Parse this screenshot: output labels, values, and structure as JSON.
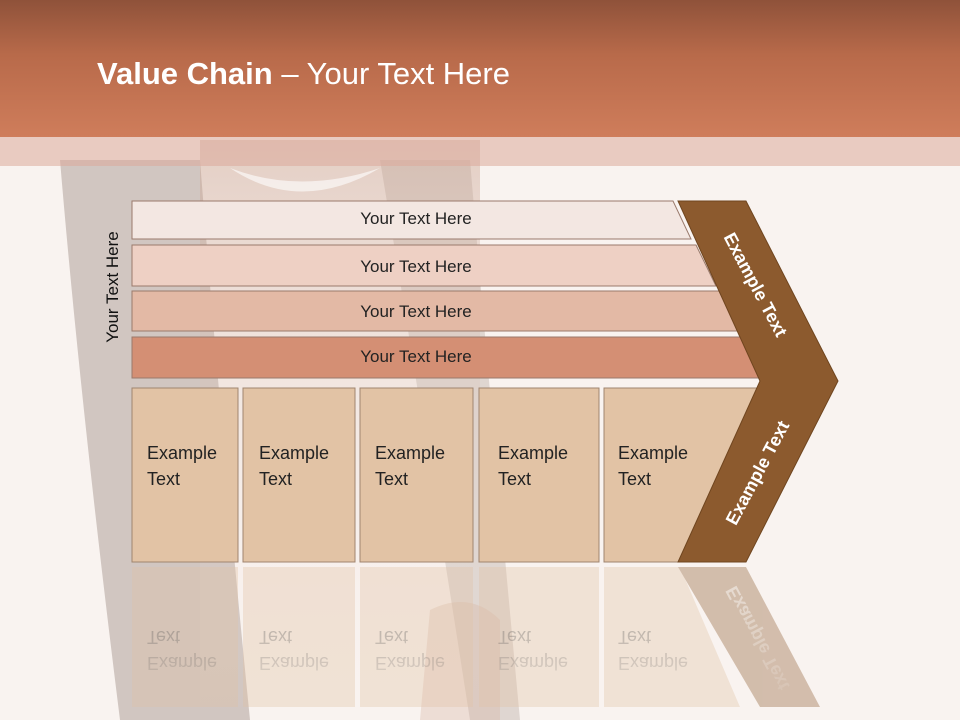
{
  "title": {
    "bold": "Value Chain",
    "separator": " – ",
    "rest": "Your Text Here"
  },
  "side_label": "Your Text Here",
  "rows": [
    {
      "label": "Your Text Here",
      "color": "#f3e7e2"
    },
    {
      "label": "Your Text Here",
      "color": "#eed0c4"
    },
    {
      "label": "Your Text Here",
      "color": "#e3b9a5"
    },
    {
      "label": "Your Text Here",
      "color": "#d48f74"
    }
  ],
  "cells": [
    {
      "line1": "Example",
      "line2": "Text"
    },
    {
      "line1": "Example",
      "line2": "Text"
    },
    {
      "line1": "Example",
      "line2": "Text"
    },
    {
      "line1": "Example",
      "line2": "Text"
    },
    {
      "line1": "Example",
      "line2": "Text"
    }
  ],
  "chevron": {
    "top_label": "Example Text",
    "bottom_label": "Example Text",
    "color": "#8c5a2e"
  },
  "colors": {
    "header": "#c47455",
    "cell": "#e2c3a5",
    "background": "#f8f1ed"
  }
}
